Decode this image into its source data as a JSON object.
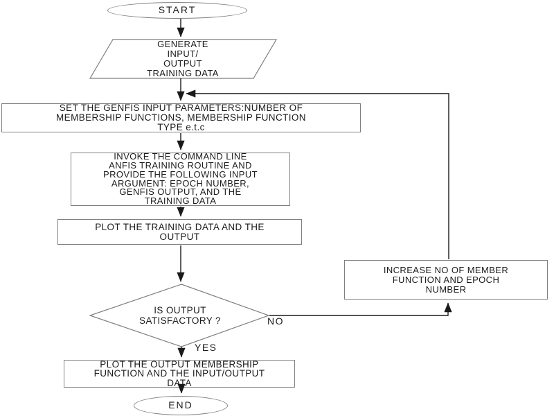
{
  "colors": {
    "background": "#ffffff",
    "shape_border": "#7f7f7f",
    "connector": "#1a1a1a",
    "text": "#1c1c1c"
  },
  "nodes": {
    "start": {
      "type": "terminator",
      "label": "START"
    },
    "generate": {
      "type": "input-output",
      "label": "GENERATE\nINPUT/\nOUTPUT\nTRAINING DATA"
    },
    "set_params": {
      "type": "process",
      "label": "SET THE GENFIS INPUT PARAMETERS:NUMBER OF\nMEMBERSHIP FUNCTIONS, MEMBERSHIP FUNCTION\nTYPE e.t.c"
    },
    "invoke": {
      "type": "process",
      "label": "INVOKE THE COMMAND LINE\nANFIS TRAINING ROUTINE AND\nPROVIDE THE FOLLOWING INPUT\nARGUMENT: EPOCH NUMBER,\nGENFIS OUTPUT, AND THE\nTRAINING DATA"
    },
    "plot_training": {
      "type": "process",
      "label": "PLOT THE TRAINING DATA AND THE\nOUTPUT"
    },
    "decision": {
      "type": "decision",
      "label": "IS OUTPUT\nSATISFACTORY ?"
    },
    "increase": {
      "type": "process",
      "label": "INCREASE NO OF MEMBER\nFUNCTION AND EPOCH\nNUMBER"
    },
    "plot_output": {
      "type": "process",
      "label": "PLOT THE OUTPUT MEMBERSHIP\nFUNCTION AND THE INPUT/OUTPUT\nDATA"
    },
    "end": {
      "type": "terminator",
      "label": "END"
    }
  },
  "branch_labels": {
    "no": "NO",
    "yes": "YES"
  }
}
